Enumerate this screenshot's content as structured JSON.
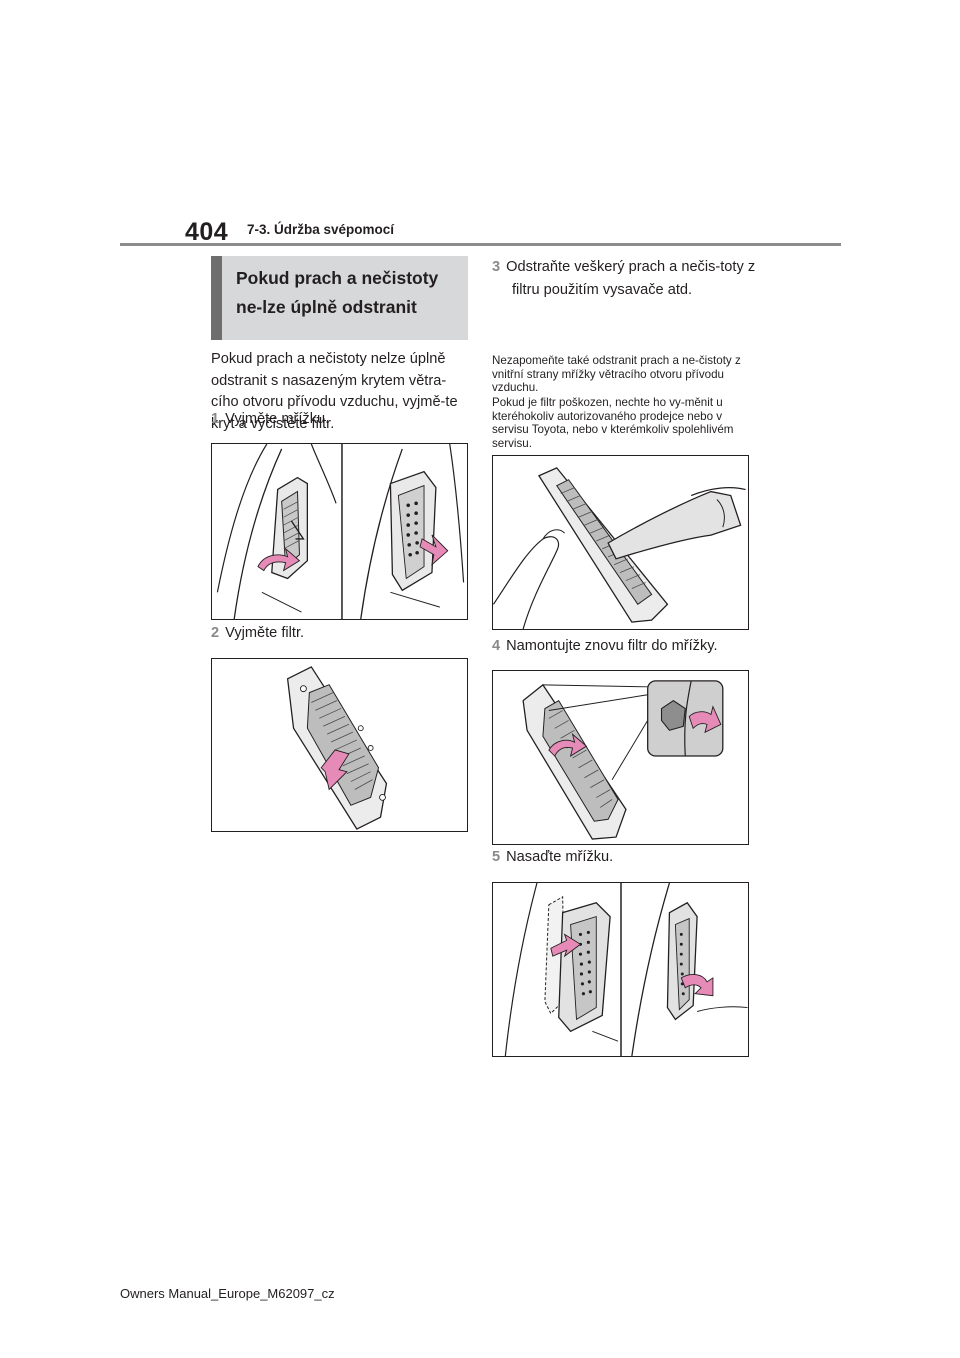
{
  "header": {
    "page_number": "404",
    "section": "7-3. Údržba svépomocí"
  },
  "left_column": {
    "heading": "Pokud prach a nečistoty ne-lze úplně odstranit",
    "intro": "Pokud prach a nečistoty nelze úplně odstranit s nasazeným krytem větra-cího otvoru přívodu vzduchu, vyjmě-te kryt a vyčistěte filtr.",
    "step1_num": "1",
    "step1_text": "Vyjměte mřížku.",
    "step2_num": "2",
    "step2_text": "Vyjměte filtr."
  },
  "right_column": {
    "step3_num": "3",
    "step3_text": "Odstraňte veškerý prach a nečis-toty z filtru použitím vysavače atd.",
    "note1": "Nezapomeňte také odstranit prach a ne-čistoty z vnitřní strany mřížky větracího otvoru přívodu vzduchu.",
    "note2": "Pokud je filtr poškozen, nechte ho vy-měnit u kteréhokoliv autorizovaného prodejce nebo v servisu Toyota, nebo v kterémkoliv spolehlivém servisu.",
    "step4_num": "4",
    "step4_text": "Namontujte znovu filtr do mřížky.",
    "step5_num": "5",
    "step5_text": "Nasaďte mřížku."
  },
  "colors": {
    "arrow_pink": "#e68bb8",
    "heading_bar": "#6e6e6e",
    "heading_bg": "#d7d8d9",
    "step_number": "#8a8a8a",
    "rule": "#8c8c8c"
  },
  "footer": {
    "text": "Owners Manual_Europe_M62097_cz"
  }
}
